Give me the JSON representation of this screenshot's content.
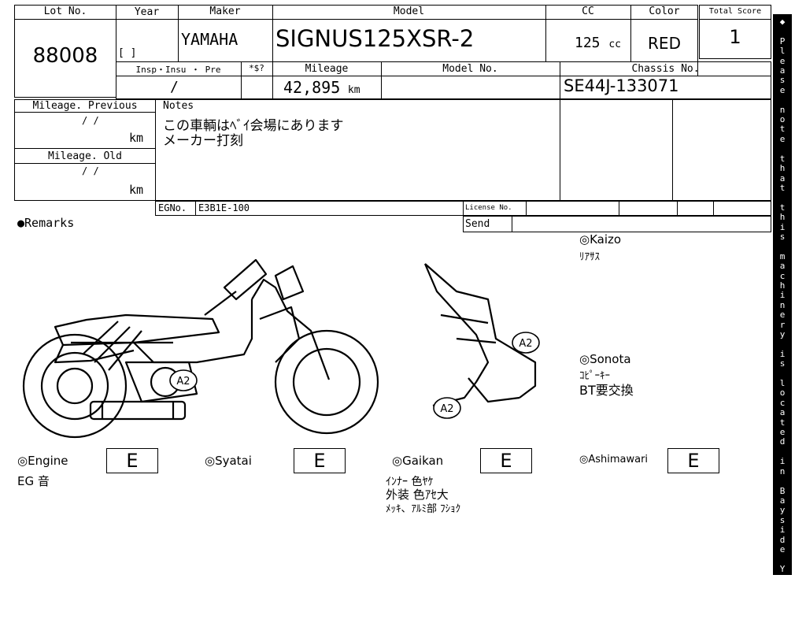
{
  "header": {
    "lot_label": "Lot No.",
    "lot_value": "88008",
    "year_label": "Year",
    "year_value": "[     ]",
    "maker_label": "Maker",
    "maker_value": "YAMAHA",
    "model_label": "Model",
    "model_value": "SIGNUS125XSR-2",
    "cc_label": "CC",
    "cc_value": "125",
    "cc_unit": "cc",
    "color_label": "Color",
    "color_value": "RED",
    "score_label": "Total Score",
    "score_value": "1"
  },
  "row2": {
    "insp_label": "Insp・Insu ・ Pre",
    "insp_value": "/",
    "star_label": "*$?",
    "mileage_label": "Mileage",
    "mileage_value": "42,895",
    "mileage_unit": "km",
    "model_no_label": "Model No.",
    "model_no_value": "",
    "chassis_label": "Chassis No.",
    "chassis_value": "SE44J-133071"
  },
  "left_panel": {
    "prev_label": "Mileage. Previous",
    "prev_date": "/   /",
    "prev_unit": "km",
    "old_label": "Mileage. Old",
    "old_date": "/   /",
    "old_unit": "km"
  },
  "notes": {
    "label": "Notes",
    "line1": "この車輌はﾍﾞｲ会場にあります",
    "line2": "メーカー打刻"
  },
  "bottom_row": {
    "eg_label": "EGNo.",
    "eg_value": "E3B1E-100",
    "license_label": "License No.",
    "send_label": "Send"
  },
  "remarks_label": "●Remarks",
  "kaizo": {
    "label": "◎Kaizo",
    "note": "ﾘｱｻｽ"
  },
  "sonota": {
    "label": "◎Sonota",
    "note1": "ｺﾋﾟｰｷｰ",
    "note2": "BT要交換"
  },
  "diagram_marks": {
    "mark1": "A2",
    "mark2": "A2",
    "mark3": "A2"
  },
  "grades": [
    {
      "label": "◎Engine",
      "grade": "E"
    },
    {
      "label": "◎Syatai",
      "grade": "E"
    },
    {
      "label": "◎Gaikan",
      "grade": "E"
    },
    {
      "label": "◎Ashimawari",
      "grade": "E"
    }
  ],
  "engine_note": "EG 音",
  "gaikan_notes": [
    "ｲﾝﾅｰ 色ﾔｹ",
    "外装 色ｱｾ大",
    "ﾒｯｷ、ｱﾙﾐ部 ﾌｼｮｸ"
  ],
  "sidebar_text": "◆ Please note that this machinery is located in Bayside Yard ◆"
}
